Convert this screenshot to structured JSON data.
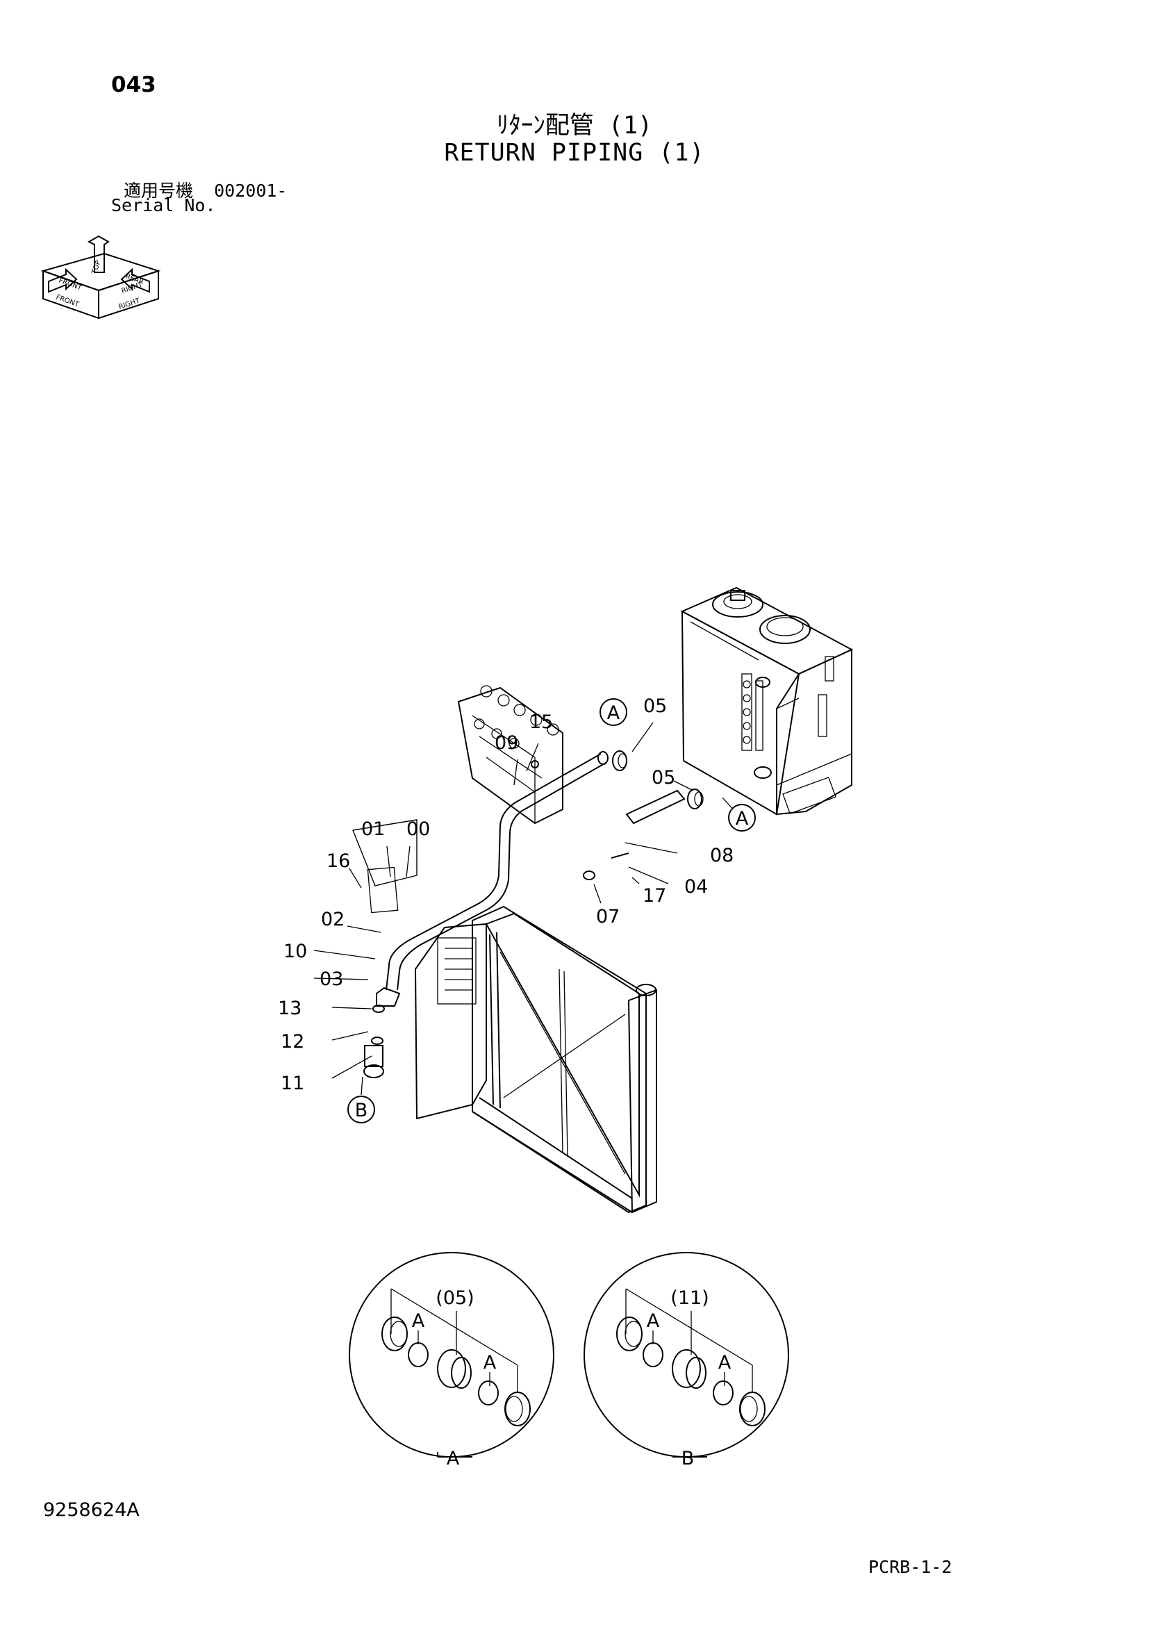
{
  "header": {
    "page_number": "043",
    "title_jp": "ﾘﾀｰﾝ配管 (1)",
    "title_en": "RETURN PIPING (1)",
    "serial_label_jp": "適用号機",
    "serial_value": "002001-",
    "serial_label_en": "Serial No."
  },
  "orientation_icon": {
    "icon": "orientation-cube-icon",
    "labels": [
      "TOP",
      "REAR",
      "FRONT",
      "RIGHT",
      "FRONT",
      "RIGHT"
    ]
  },
  "callouts": [
    {
      "ref": "15"
    },
    {
      "ref": "09"
    },
    {
      "ref": "05"
    },
    {
      "ref": "05"
    },
    {
      "ref": "01"
    },
    {
      "ref": "00"
    },
    {
      "ref": "16"
    },
    {
      "ref": "08"
    },
    {
      "ref": "04"
    },
    {
      "ref": "17"
    },
    {
      "ref": "07"
    },
    {
      "ref": "02"
    },
    {
      "ref": "10"
    },
    {
      "ref": "03"
    },
    {
      "ref": "13"
    },
    {
      "ref": "12"
    },
    {
      "ref": "11"
    }
  ],
  "view_markers": {
    "a": "A",
    "b": "B"
  },
  "detail_views": [
    {
      "ref": "(05)",
      "sub_label": "A",
      "view_label": "A"
    },
    {
      "ref": "(11)",
      "sub_label": "A",
      "view_label": "B"
    }
  ],
  "footer": {
    "drawing_number": "9258624A",
    "page_code": "PCRB-1-2"
  }
}
